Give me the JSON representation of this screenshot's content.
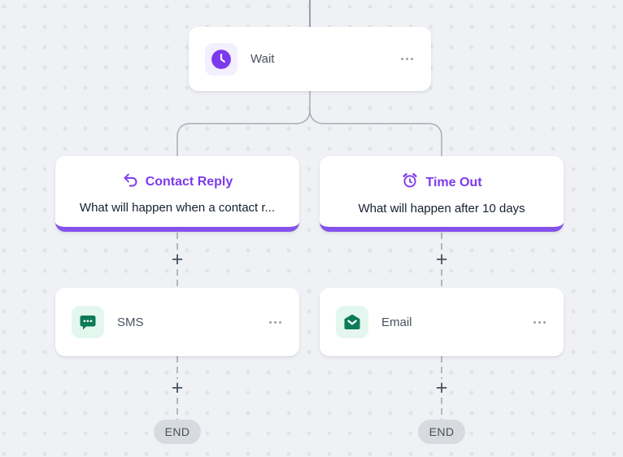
{
  "workflow": {
    "wait_node": {
      "label": "Wait",
      "icon": "clock-icon"
    },
    "branches": [
      {
        "title": "Contact Reply",
        "icon": "reply-arrow-icon",
        "description": "What will happen when a contact r...",
        "action": {
          "label": "SMS",
          "icon": "chat-bubble-icon"
        },
        "terminal": "END"
      },
      {
        "title": "Time Out",
        "icon": "alarm-clock-icon",
        "description": "What will happen after 10 days",
        "action": {
          "label": "Email",
          "icon": "envelope-icon"
        },
        "terminal": "END"
      }
    ],
    "controls": {
      "add_step": "+",
      "menu_icon": "ellipsis-icon"
    },
    "colors": {
      "accent_purple": "#7c3aed",
      "branch_bottom_bar": "#8452ec",
      "action_icon_green": "#0d7a58",
      "action_icon_bg_mint": "#e4f7ef",
      "wait_icon_bg_lavender": "#f3effd",
      "end_pill_bg": "#d7dade",
      "connector_gray": "#a7acb6"
    }
  }
}
